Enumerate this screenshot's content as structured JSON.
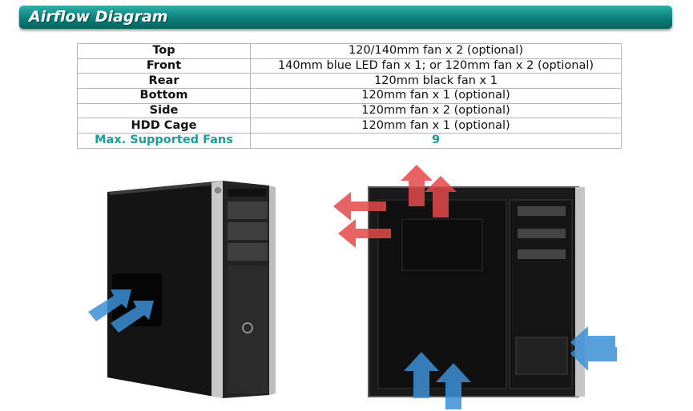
{
  "header": {
    "title": "Airflow Diagram"
  },
  "fans": [
    {
      "location": "Top",
      "spec": "120/140mm fan x 2 (optional)"
    },
    {
      "location": "Front",
      "spec": "140mm blue LED fan x 1; or 120mm fan x 2 (optional)"
    },
    {
      "location": "Rear",
      "spec": "120mm black fan x 1"
    },
    {
      "location": "Bottom",
      "spec": "120mm fan x 1 (optional)"
    },
    {
      "location": "Side",
      "spec": "120mm fan x 2 (optional)"
    },
    {
      "location": "HDD Cage",
      "spec": "120mm fan x 1 (optional)"
    }
  ],
  "max": {
    "label": "Max. Supported Fans",
    "value": "9"
  },
  "colors": {
    "accent": "#0b7f7a",
    "intake": "#3d8fd6",
    "exhaust": "#e54a4a",
    "max_text": "#1d9b96"
  },
  "images": {
    "exterior": "pc-case-exterior",
    "interior": "pc-case-interior"
  }
}
